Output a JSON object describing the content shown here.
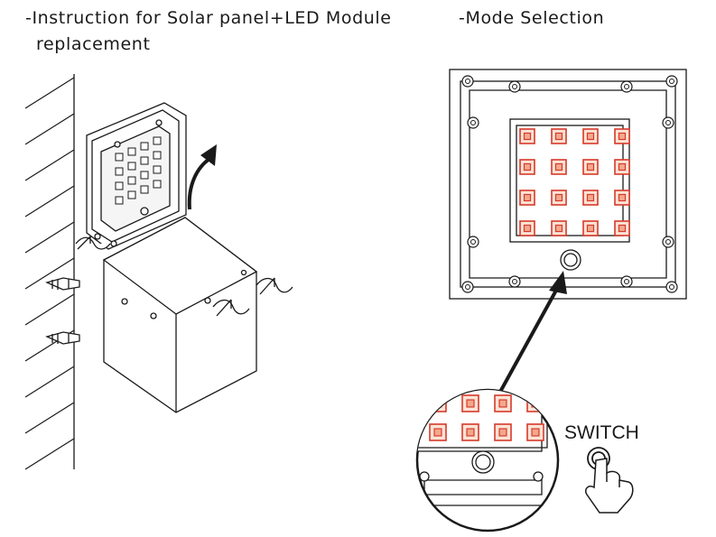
{
  "headings": {
    "left_line1": "-Instruction for Solar panel+LED Module",
    "left_line2": "replacement",
    "right": "-Mode Selection"
  },
  "labels": {
    "switch": "SWITCH"
  },
  "colors": {
    "line": "#1a1a1a",
    "led_red": "#d63a2a",
    "led_fill": "#fbe3d6",
    "panel_bg": "#ffffff"
  },
  "icons": [
    "wall-hatch",
    "screw-anchor-icon",
    "rotate-arrow-icon",
    "curved-lift-arrow-icon",
    "pointer-arrow-icon",
    "finger-press-icon",
    "switch-button-icon"
  ]
}
